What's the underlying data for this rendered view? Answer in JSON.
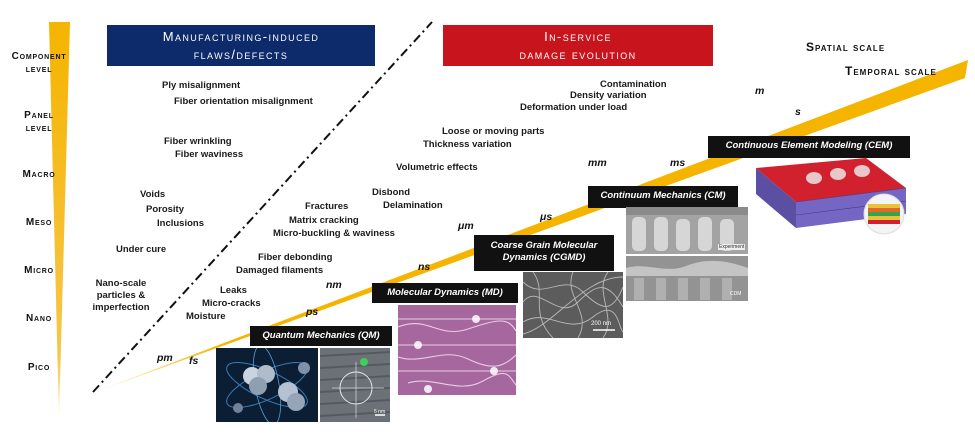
{
  "headers": {
    "manufacturing": [
      "Manufacturing-induced",
      "flaws/defects"
    ],
    "inservice": [
      "In-service",
      "damage evolution"
    ]
  },
  "scales": {
    "spatial": "Spatial scale",
    "temporal": "Temporal scale"
  },
  "levels": [
    [
      "Component",
      "level"
    ],
    [
      "Panel",
      "level"
    ],
    [
      "Macro"
    ],
    [
      "Meso"
    ],
    [
      "Micro"
    ],
    [
      "Nano"
    ],
    [
      "Pico"
    ]
  ],
  "manufacturing_defects": {
    "ply_misalignment": "Ply misalignment",
    "fiber_orientation": "Fiber orientation misalignment",
    "fiber_wrinkling": "Fiber wrinkling",
    "fiber_waviness": "Fiber waviness",
    "voids": "Voids",
    "porosity": "Porosity",
    "inclusions": "Inclusions",
    "under_cure": "Under cure",
    "nano_scale": [
      "Nano-scale",
      "particles &",
      "imperfection"
    ],
    "leaks": "Leaks",
    "micro_cracks": "Micro-cracks",
    "moisture": "Moisture"
  },
  "service_damage": {
    "contamination": "Contamination",
    "density_variation": "Density variation",
    "deformation": "Deformation under load",
    "loose_parts": "Loose or moving parts",
    "thickness_variation": "Thickness variation",
    "volumetric": "Volumetric effects",
    "disbond": "Disbond",
    "delamination": "Delamination",
    "fractures": "Fractures",
    "matrix_cracking": "Matrix cracking",
    "micro_buckling": "Micro-buckling & waviness",
    "fiber_debonding": "Fiber debonding",
    "damaged_filaments": "Damaged filaments"
  },
  "units": {
    "pm": "pm",
    "fs": "fs",
    "ps": "ps",
    "nm": "nm",
    "ns": "ns",
    "um": "μm",
    "us": "μs",
    "mm": "mm",
    "ms": "ms",
    "m": "m",
    "s": "s"
  },
  "methods": {
    "qm": "Quantum Mechanics (QM)",
    "md": "Molecular Dynamics (MD)",
    "cgmd": [
      "Coarse Grain Molecular",
      "Dynamics (CGMD)"
    ],
    "cm": "Continuum Mechanics (CM)",
    "cem": "Continuous Element Modeling (CEM)"
  },
  "image_text": {
    "scale_200nm": "200 nm",
    "scale_5nm": "5 nm",
    "experiment": "Experiment",
    "cdm": "CDM"
  },
  "colors": {
    "wedge": "#f5b400",
    "blue_header": "#0d2a6b",
    "red_header": "#c8141c",
    "method_box": "#111111"
  }
}
